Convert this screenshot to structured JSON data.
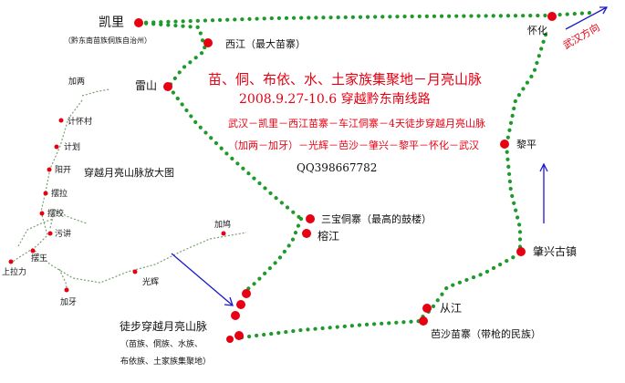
{
  "title": {
    "line1": "苗、侗、布依、水、土家族集聚地－月亮山脉",
    "line2": "2008.9.27-10.6  穿越黔东南线路",
    "line3": "武汉－凯里－西江苗寨－车江侗寨－4天徒步穿越月亮山脉",
    "line4": "（加两－加牙）－光辉－芭沙－肇兴－黎平－怀化－武汉",
    "qq": "QQ398667782"
  },
  "places": {
    "kaili": "凯里",
    "kaili_sub": "（黔东南苗族侗族自治州）",
    "xijiang": "西江（最大苗寨）",
    "leishan": "雷山",
    "huaihua": "怀化",
    "wuhan_dir": "武汉方向",
    "liping": "黎平",
    "zhaoxing": "肇兴古镇",
    "congjiang": "从江",
    "basha": "芭沙苗寨（带枪的民族）",
    "sanbao": "三宝侗寨（最高的鼓楼）",
    "rongjiang": "榕江",
    "hike_title": "徒步穿越月亮山脉",
    "hike_sub1": "（苗族、侗族、水族、",
    "hike_sub2": "布依族、土家族集聚地）"
  },
  "inset": {
    "label": "穿越月亮山脉放大图",
    "villages": [
      "加两",
      "计怀村",
      "计划",
      "阳开",
      "摆拉",
      "摆绞",
      "污讲",
      "摆王",
      "上拉力",
      "加牙",
      "光辉",
      "加鸠"
    ]
  },
  "colors": {
    "route": "#1e9a2a",
    "marker": "#e60012",
    "arrow": "#1a1acc"
  }
}
